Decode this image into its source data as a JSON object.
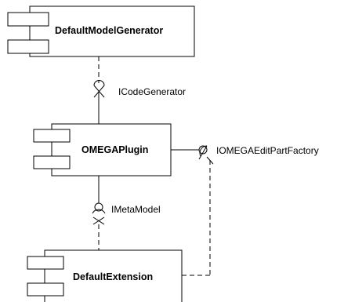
{
  "components": [
    {
      "id": "default-model-generator",
      "name": "DefaultModelGenerator"
    },
    {
      "id": "omega-plugin",
      "name": "OMEGAPlugin"
    },
    {
      "id": "default-extension",
      "name": "DefaultExtension"
    }
  ],
  "interfaces": [
    {
      "id": "icode-generator",
      "name": "ICodeGenerator"
    },
    {
      "id": "iomega-edit-part-factory",
      "name": "IOMEGAEditPartFactory"
    },
    {
      "id": "imeta-model",
      "name": "IMetaModel"
    }
  ]
}
